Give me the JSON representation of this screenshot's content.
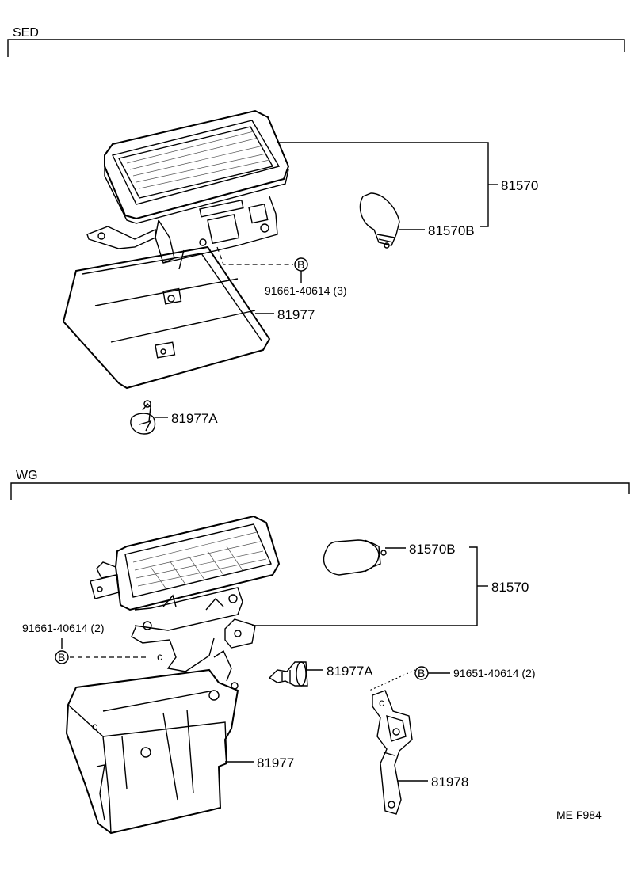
{
  "sections": {
    "sed": {
      "title": "SED"
    },
    "wg": {
      "title": "WG"
    }
  },
  "sed_labels": {
    "lamp_assy": "81570",
    "bulb": "81570B",
    "bolt_ref": "B",
    "bolt_part": "91661-40614 (3)",
    "cover": "81977",
    "clip": "81977A"
  },
  "wg_labels": {
    "bulb": "81570B",
    "lamp_assy": "81570",
    "bolt_part": "91661-40614 (2)",
    "bolt_ref": "B",
    "clip": "81977A",
    "bolt_ref_right": "B",
    "bolt_part_right": "91651-40614 (2)",
    "cover": "81977",
    "bracket": "81978"
  },
  "footer": {
    "code": "ME  F984"
  },
  "colors": {
    "ink": "#000000",
    "paper": "#ffffff"
  }
}
